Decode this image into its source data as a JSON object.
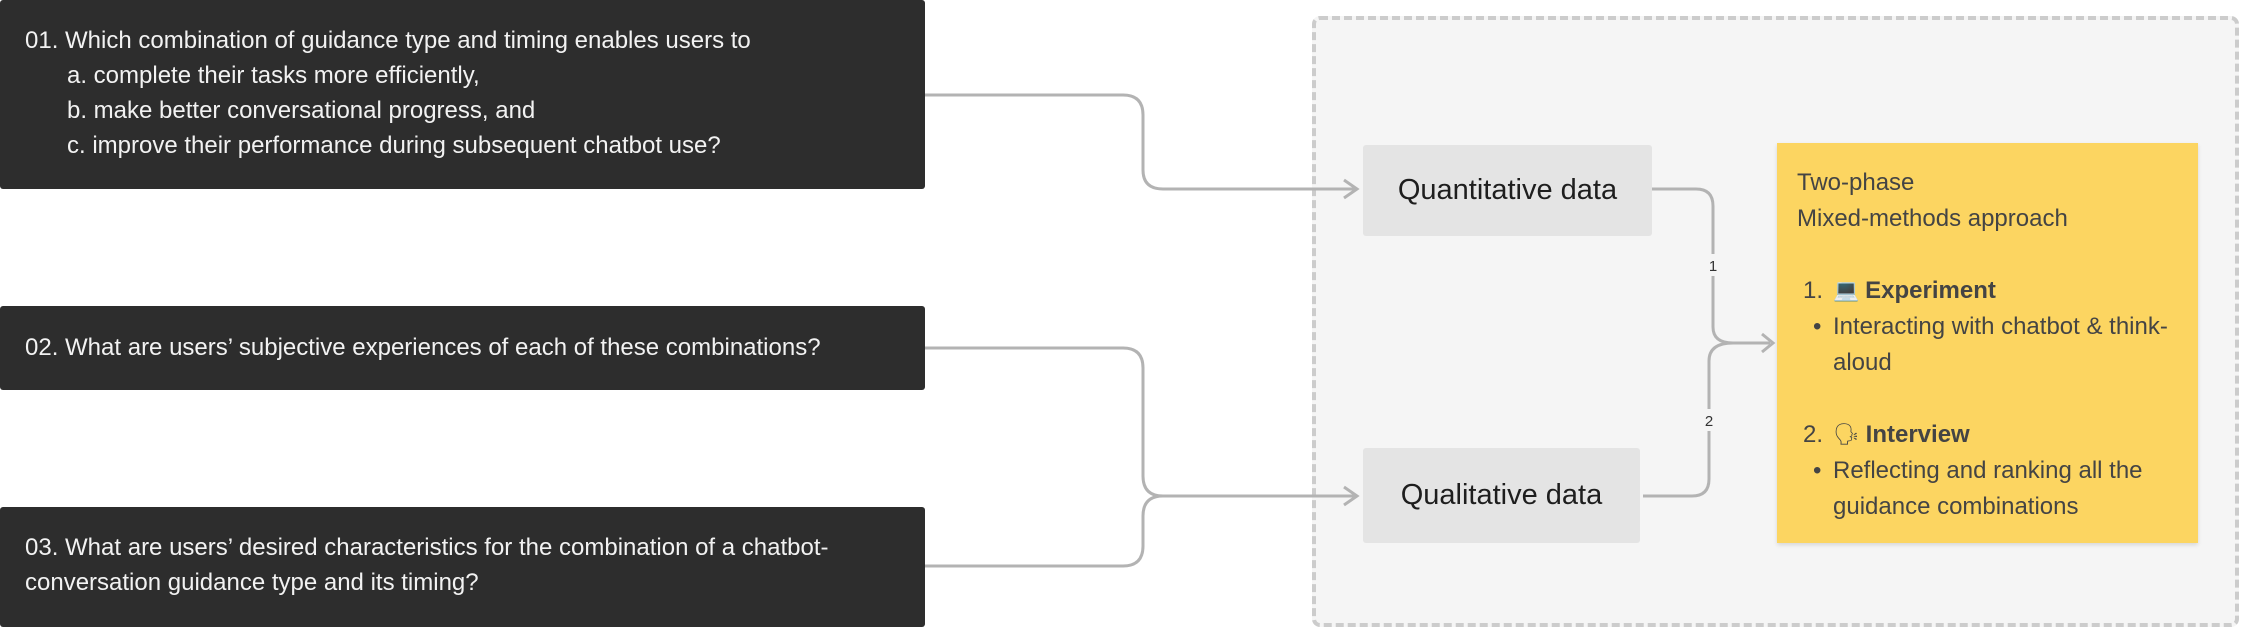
{
  "questions": [
    {
      "text": "01. Which combination of guidance type and timing enables users to",
      "items": [
        "a. complete their tasks more efficiently,",
        "b. make better conversational progress, and",
        "c. improve their performance during subsequent chatbot use?"
      ]
    },
    {
      "text": "02. What are users’ subjective experiences of each of these combinations?"
    },
    {
      "line1": "03. What are users’ desired characteristics for the combination of a chatbot-",
      "line2": "conversation guidance type and its timing?"
    }
  ],
  "data_types": {
    "quantitative": "Quantitative data",
    "qualitative": "Qualitative data"
  },
  "edge_labels": {
    "first": "1",
    "second": "2"
  },
  "approach": {
    "title_line1": "Two-phase",
    "title_line2": "Mixed-methods approach",
    "steps": [
      {
        "number": "1.",
        "icon": "💻",
        "icon_name": "laptop-icon",
        "title": "Experiment",
        "bullet": "Interacting with chatbot & think-aloud"
      },
      {
        "number": "2.",
        "icon": "🗣",
        "icon_name": "speaking-head-icon",
        "title": "Interview",
        "bullet": "Reflecting and ranking all the guidance combinations"
      }
    ]
  },
  "colors": {
    "question_bg": "#2d2d2d",
    "data_box_bg": "#e4e4e4",
    "approach_bg": "#fcd561",
    "connector": "#b3b3b3",
    "panel_border": "#cccccc"
  }
}
